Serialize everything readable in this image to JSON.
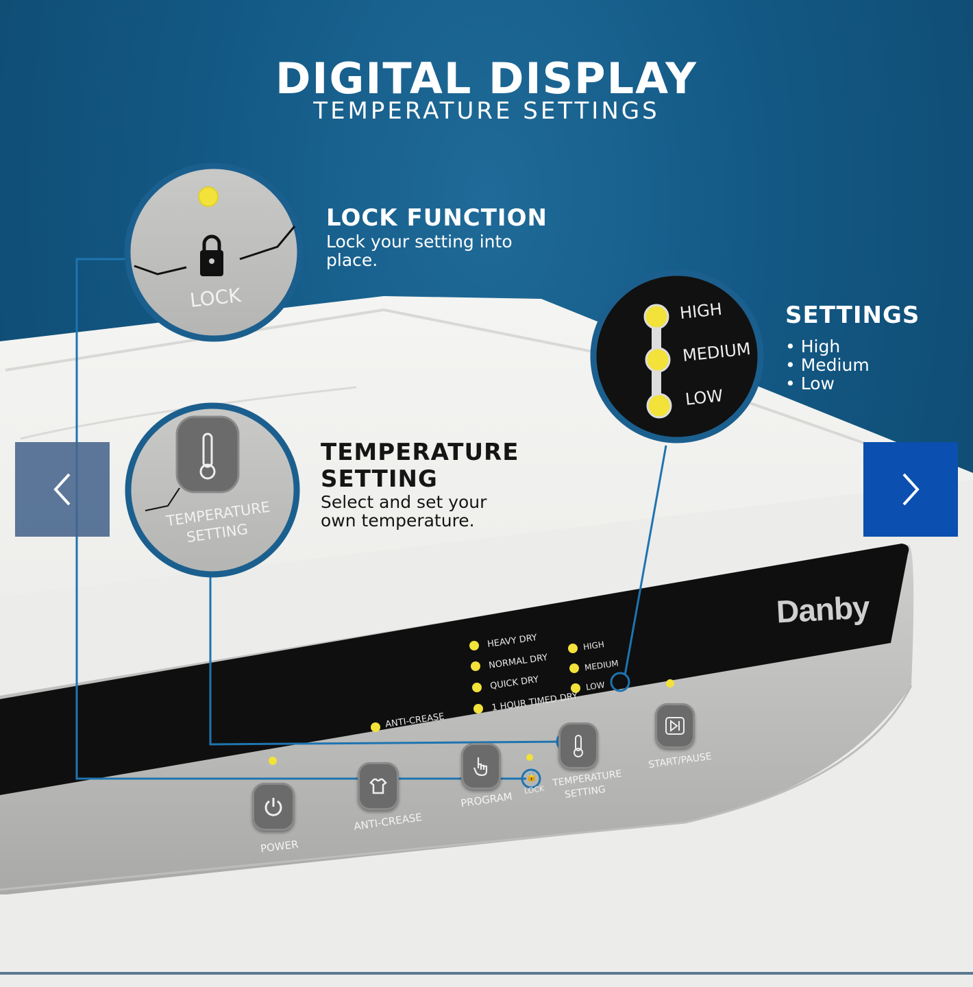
{
  "header": {
    "title": "DIGITAL DISPLAY",
    "subtitle": "TEMPERATURE SETTINGS"
  },
  "features": {
    "lock": {
      "heading": "LOCK FUNCTION",
      "description_line1": "Lock your setting into",
      "description_line2": "place."
    },
    "temperature": {
      "heading_line1": "TEMPERATURE",
      "heading_line2": "SETTING",
      "description_line1": "Select and set your",
      "description_line2": "own temperature."
    },
    "settings": {
      "heading": "SETTINGS",
      "items": [
        "High",
        "Medium",
        "Low"
      ]
    }
  },
  "zoom_lock": {
    "label": "LOCK"
  },
  "zoom_temperature": {
    "label_line1": "TEMPERATURE",
    "label_line2": "SETTING"
  },
  "zoom_levels": {
    "high": "HIGH",
    "medium": "MEDIUM",
    "low": "LOW"
  },
  "panel": {
    "brand": "Danby",
    "programs": [
      "HEAVY DRY",
      "NORMAL DRY",
      "QUICK DRY",
      "1 HOUR TIMED DRY"
    ],
    "temp_levels": [
      "HIGH",
      "MEDIUM",
      "LOW"
    ],
    "anti_crease_indicator": "ANTI-CREASE",
    "buttons": {
      "power": "POWER",
      "anti_crease": "ANTI-CREASE",
      "program": "PROGRAM",
      "lock": "LOCK",
      "temp_line1": "TEMPERATURE",
      "temp_line2": "SETTING",
      "start_pause": "START/PAUSE"
    }
  },
  "colors": {
    "background_blue": "#135985",
    "accent_line": "#1e74b0",
    "indicator_yellow": "#f2e23a",
    "next_button": "#0b4fb0"
  }
}
